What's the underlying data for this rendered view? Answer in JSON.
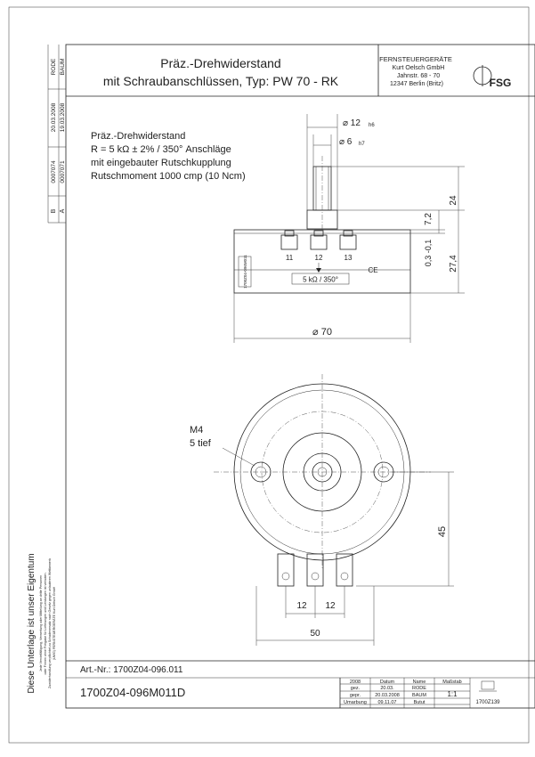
{
  "title": {
    "line1": "Präz.-Drehwiderstand",
    "line2": "mit Schraubanschlüssen, Typ: PW 70 - RK"
  },
  "company": {
    "name": "FERNSTEUERGERÄTE",
    "owner": "Kurt Oelsch GmbH",
    "street": "Jahnstr. 68 - 70",
    "city": "12347 Berlin (Britz)",
    "logo_text": "FSG"
  },
  "revisions": [
    {
      "letter": "B",
      "number": "0007074",
      "date": "20.03.2008",
      "name": "RODE"
    },
    {
      "letter": "A",
      "number": "0007071",
      "date": "19.03.2008",
      "name": "BAUM"
    }
  ],
  "description": {
    "line1": "Präz.-Drehwiderstand",
    "line2": "R = 5 kΩ ± 2% / 350° Anschläge",
    "line3": "mit eingebauter Rutschkupplung",
    "line4": "Rutschmoment 1000 cmp (10 Ncm)"
  },
  "dimensions": {
    "shaft_diameter": "⌀ 12",
    "shaft_diameter_tol": "h6",
    "shaft_inner": "⌀ 6",
    "shaft_inner_tol": "h7",
    "height_shaft": "24",
    "height_collar": "7,2",
    "gap": "0,3 -0,1",
    "height_body": "27,4",
    "body_diameter": "⌀ 70",
    "thread_label": "M4",
    "thread_depth": "5 tief",
    "center_to_terminal": "45",
    "terminal_spacing_1": "12",
    "terminal_spacing_2": "12",
    "width_terminals": "50"
  },
  "terminals": [
    "11",
    "12",
    "13"
  ],
  "body_label": "5 kΩ / 350°",
  "side_label": "1700Z04-096M011",
  "ce_mark": "CE",
  "ownership": {
    "line1": "Diese Unterlage ist unser Eigentum",
    "line2": "Jede Vervielfältigung, Verwertung oder Mitteilung an dritte Personen",
    "line3": "oder Firmen ohne Freigabe für Lieferungen und Leistungen ist verboten.",
    "line4": "Zuwiderhandlung verpflichtet zu Schadenersatz nach Gesetz gegen unlauteren Wettbewerb",
    "line5": "(UWG) FERNSTEUERGERÄTE Kurt Oelsch GmbH"
  },
  "footer": {
    "article_no": "Art.-Nr.: 1700Z04-096.011",
    "drawing_no": "1700Z04-096M011D",
    "year": "2008",
    "col_datum": "Datum",
    "col_name": "Name",
    "row_gez": "gez.",
    "row_gepr": "gepr.",
    "row_umarb": "Umarbung",
    "gez_date": "20.03.",
    "gez_name": "RODE",
    "gepr_date": "20.03.2008",
    "gepr_name": "BAUM",
    "umarb_date": "09.11.07",
    "umarb_name": "Butut",
    "scale_label": "Maßstab",
    "scale_value": "1:1",
    "sheet_no": "1700Z139"
  }
}
